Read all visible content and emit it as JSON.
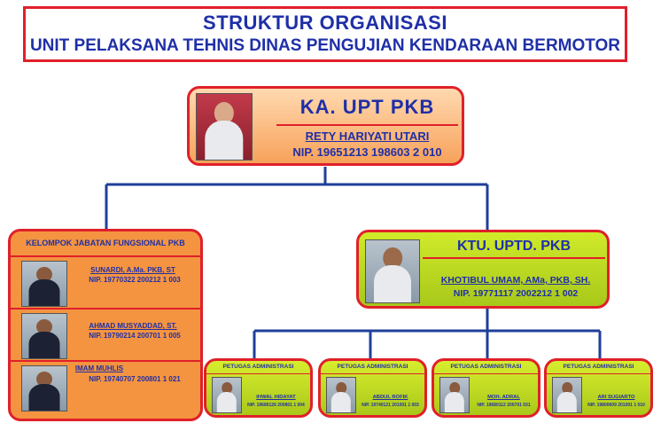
{
  "title": {
    "line1": "STRUKTUR  ORGANISASI",
    "line2": "UNIT PELAKSANA TEHNIS DINAS PENGUJIAN KENDARAAN BERMOTOR"
  },
  "colors": {
    "border_red": "#e0202a",
    "text_blue": "#1f2fa8",
    "line_blue": "#1f3f9a",
    "orange": "#f49440",
    "lime": "#c2dc22"
  },
  "head": {
    "title": "KA. UPT PKB",
    "name": "RETY HARIYATI UTARI",
    "nip": "NIP. 19651213 198603 2 010"
  },
  "ktu": {
    "title": "KTU. UPTD. PKB",
    "name": "KHOTIBUL UMAM, AMa, PKB, SH.",
    "nip": "NIP. 19771117 2002212 1 002"
  },
  "fungsional": {
    "title": "KELOMPOK JABATAN FUNGSIONAL PKB",
    "members": [
      {
        "name": "SUNARDI, A.Ma. PKB, ST",
        "nip": "NIP. 19770322 200212 1 003"
      },
      {
        "name": "AHMAD MUSYADDAD, ST.",
        "nip": "NIP. 19790214 200701 1 005"
      },
      {
        "name": "IMAM MUHLIS",
        "nip": "NIP. 19740707 200801 1 021"
      }
    ]
  },
  "admin": [
    {
      "role": "PETUGAS ADMINISTRASI",
      "name": "IHWAL HIDAYAT",
      "nip": "NIP. 19680126 200801 1 004"
    },
    {
      "role": "PETUGAS ADMINISTRASI",
      "name": "ABDUL ROFIK",
      "nip": "NIP. 19740121 201001 1 003"
    },
    {
      "role": "PETUGAS ADMINISTRASI",
      "name": "MOH. ADRAL",
      "nip": "NIP. 19680112 200701 031"
    },
    {
      "role": "PETUGAS ADMINISTRASI",
      "name": "ARI SUGIARTO",
      "nip": "NIP. 19800609 201001 1 010"
    }
  ]
}
